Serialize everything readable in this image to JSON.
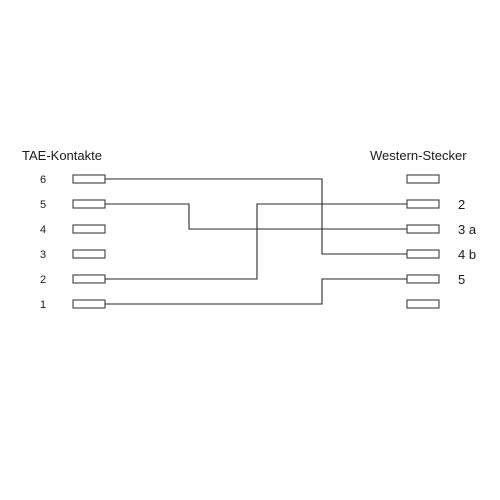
{
  "left_block": {
    "title": "TAE-Kontakte",
    "contacts": [
      "6",
      "5",
      "4",
      "3",
      "2",
      "1"
    ]
  },
  "right_block": {
    "title": "Western-Stecker",
    "contacts": [
      "",
      "2",
      "3 a",
      "4 b",
      "5",
      ""
    ]
  },
  "connections": [
    {
      "from": "6",
      "to": "4 b"
    },
    {
      "from": "5",
      "to": "3 a"
    },
    {
      "from": "2",
      "to": "2"
    },
    {
      "from": "1",
      "to": "5"
    }
  ]
}
